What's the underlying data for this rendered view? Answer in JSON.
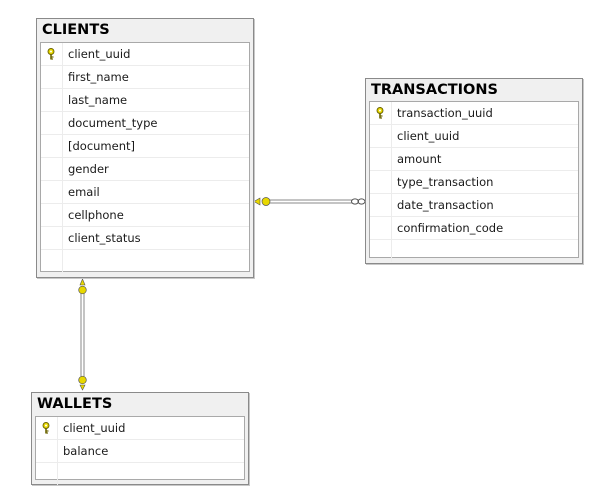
{
  "diagram": {
    "tables": [
      {
        "id": "clients",
        "title": "CLIENTS",
        "columns": [
          {
            "name": "client_uuid",
            "primary_key": true
          },
          {
            "name": "first_name",
            "primary_key": false
          },
          {
            "name": "last_name",
            "primary_key": false
          },
          {
            "name": "document_type",
            "primary_key": false
          },
          {
            "name": "[document]",
            "primary_key": false
          },
          {
            "name": "gender",
            "primary_key": false
          },
          {
            "name": "email",
            "primary_key": false
          },
          {
            "name": "cellphone",
            "primary_key": false
          },
          {
            "name": "client_status",
            "primary_key": false
          }
        ]
      },
      {
        "id": "transactions",
        "title": "TRANSACTIONS",
        "columns": [
          {
            "name": "transaction_uuid",
            "primary_key": true
          },
          {
            "name": "client_uuid",
            "primary_key": false
          },
          {
            "name": "amount",
            "primary_key": false
          },
          {
            "name": "type_transaction",
            "primary_key": false
          },
          {
            "name": "date_transaction",
            "primary_key": false
          },
          {
            "name": "confirmation_code",
            "primary_key": false
          }
        ]
      },
      {
        "id": "wallets",
        "title": "WALLETS",
        "columns": [
          {
            "name": "client_uuid",
            "primary_key": true
          },
          {
            "name": "balance",
            "primary_key": false
          }
        ]
      }
    ],
    "relationships": [
      {
        "from": "clients",
        "to": "transactions",
        "from_end": "one-key",
        "to_end": "many-infinity"
      },
      {
        "from": "clients",
        "to": "wallets",
        "from_end": "one-key",
        "to_end": "one-key"
      }
    ],
    "colors": {
      "key_icon": "#e8d800",
      "connector": "#8a8a8a",
      "table_frame": "#f0f0f0"
    }
  }
}
